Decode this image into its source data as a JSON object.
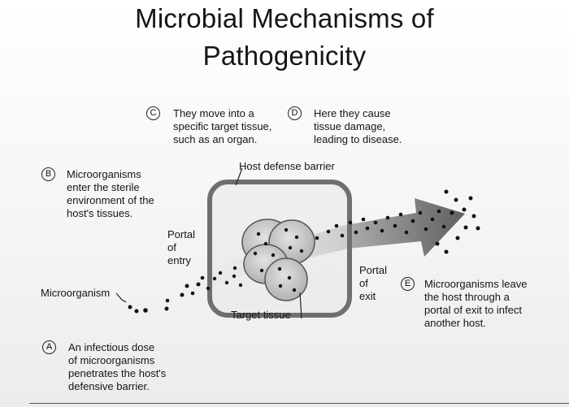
{
  "title_line1": "Microbial Mechanisms of",
  "title_line2": "Pathogenicity",
  "steps": {
    "a": {
      "letter": "A",
      "lines": [
        "An infectious dose",
        "of microorganisms",
        "penetrates the host's",
        "defensive barrier."
      ]
    },
    "b": {
      "letter": "B",
      "lines": [
        "Microorganisms",
        "enter the sterile",
        "environment of the",
        "host's tissues."
      ]
    },
    "c": {
      "letter": "C",
      "lines": [
        "They move into a",
        "specific target tissue,",
        "such as an organ."
      ]
    },
    "d": {
      "letter": "D",
      "lines": [
        "Here they cause",
        "tissue damage,",
        "leading to disease."
      ]
    },
    "e": {
      "letter": "E",
      "lines": [
        "Microorganisms leave",
        "the host through a",
        "portal of exit to infect",
        "another host."
      ]
    }
  },
  "labels": {
    "host_defense_barrier": "Host defense barrier",
    "portal_entry": [
      "Portal",
      "of",
      "entry"
    ],
    "portal_exit": [
      "Portal",
      "of",
      "exit"
    ],
    "microorganism": "Microorganism",
    "target_tissue": "Target tissue"
  },
  "colors": {
    "arrow_light": "#cfcfcf",
    "arrow_dark": "#6e6e6e",
    "barrier_stroke": "#6f6f6f",
    "barrier_fill": "#e9e9e9",
    "cell_fill": "#cdcdcd",
    "dot": "#111111"
  }
}
